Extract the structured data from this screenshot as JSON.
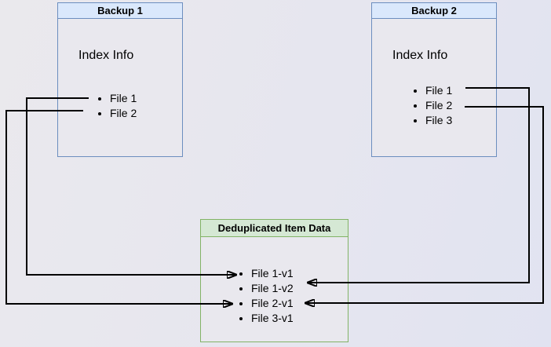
{
  "diagram": {
    "backup1": {
      "title": "Backup 1",
      "subtitle": "Index Info",
      "items": [
        "File 1",
        "File 2"
      ]
    },
    "backup2": {
      "title": "Backup 2",
      "subtitle": "Index Info",
      "items": [
        "File 1",
        "File 2",
        "File 3"
      ]
    },
    "dedup": {
      "title": "Deduplicated Item Data",
      "items": [
        "File 1-v1",
        "File 1-v2",
        "File 2-v1",
        "File 3-v1"
      ]
    },
    "edges": [
      {
        "from": "Backup 1 / File 1",
        "to": "File 1-v1"
      },
      {
        "from": "Backup 1 / File 2",
        "to": "File 2-v1"
      },
      {
        "from": "Backup 2 / File 1",
        "to": "File 1-v2"
      },
      {
        "from": "Backup 2 / File 2",
        "to": "File 2-v1"
      }
    ],
    "colors": {
      "backup_header_fill": "#dae8fc",
      "backup_border": "#6c8ebf",
      "dedup_header_fill": "#d5e8d4",
      "dedup_border": "#82b366",
      "edge": "#000000"
    }
  }
}
